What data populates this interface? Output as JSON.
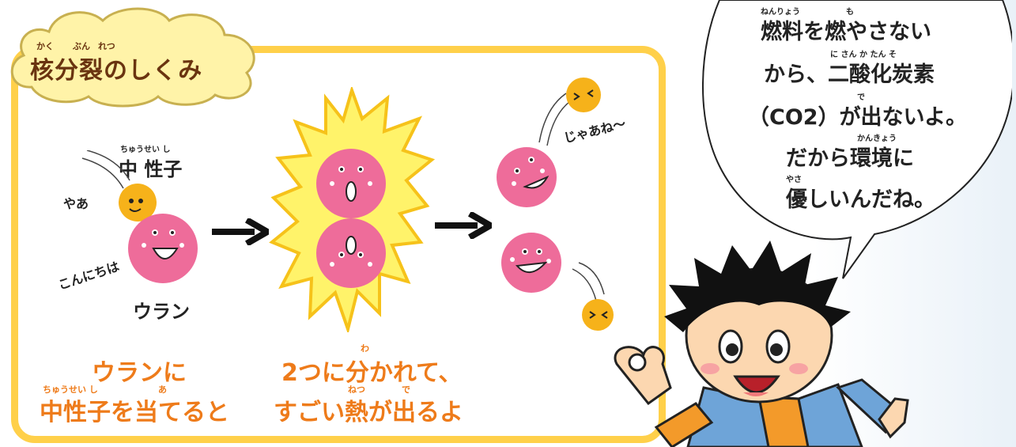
{
  "panel": {
    "title": "核分裂のしくみ",
    "title_ruby": [
      "かく",
      "ぶん",
      "れつ"
    ]
  },
  "stage1": {
    "neutron_label": "中 性子",
    "neutron_ruby": "ちゅうせい し",
    "greeting_neutron": "やあ",
    "greeting_uranium": "こんにちは",
    "uranium_label": "ウラン"
  },
  "stage3": {
    "farewell": "じゃあね〜"
  },
  "captions": {
    "left_line1": "ウランに",
    "left_line2": "中性子を当てると",
    "left_ruby_line2": [
      "ちゅうせい し",
      "あ"
    ],
    "mid_line1": "2つに分かれて、",
    "mid_ruby_line1": "わ",
    "mid_line2": "すごい熱が出るよ",
    "mid_ruby_line2": [
      "ねつ",
      "で"
    ]
  },
  "speech": {
    "lines": [
      "燃料を燃やさない",
      "から、二酸化炭素",
      "（CO2）が出ないよ。",
      "だから環境に",
      "優しいんだね。"
    ],
    "rubies": [
      "ねんりょう",
      "も",
      "に さん か たん そ",
      "で",
      "かんきょう",
      "やさ"
    ]
  },
  "colors": {
    "panel_border": "#ffd04a",
    "cloud": "#fff3a8",
    "nucleus": "#ee6c9a",
    "neutron": "#f6b21a",
    "caption": "#ee7b1a",
    "title": "#6a3410"
  }
}
